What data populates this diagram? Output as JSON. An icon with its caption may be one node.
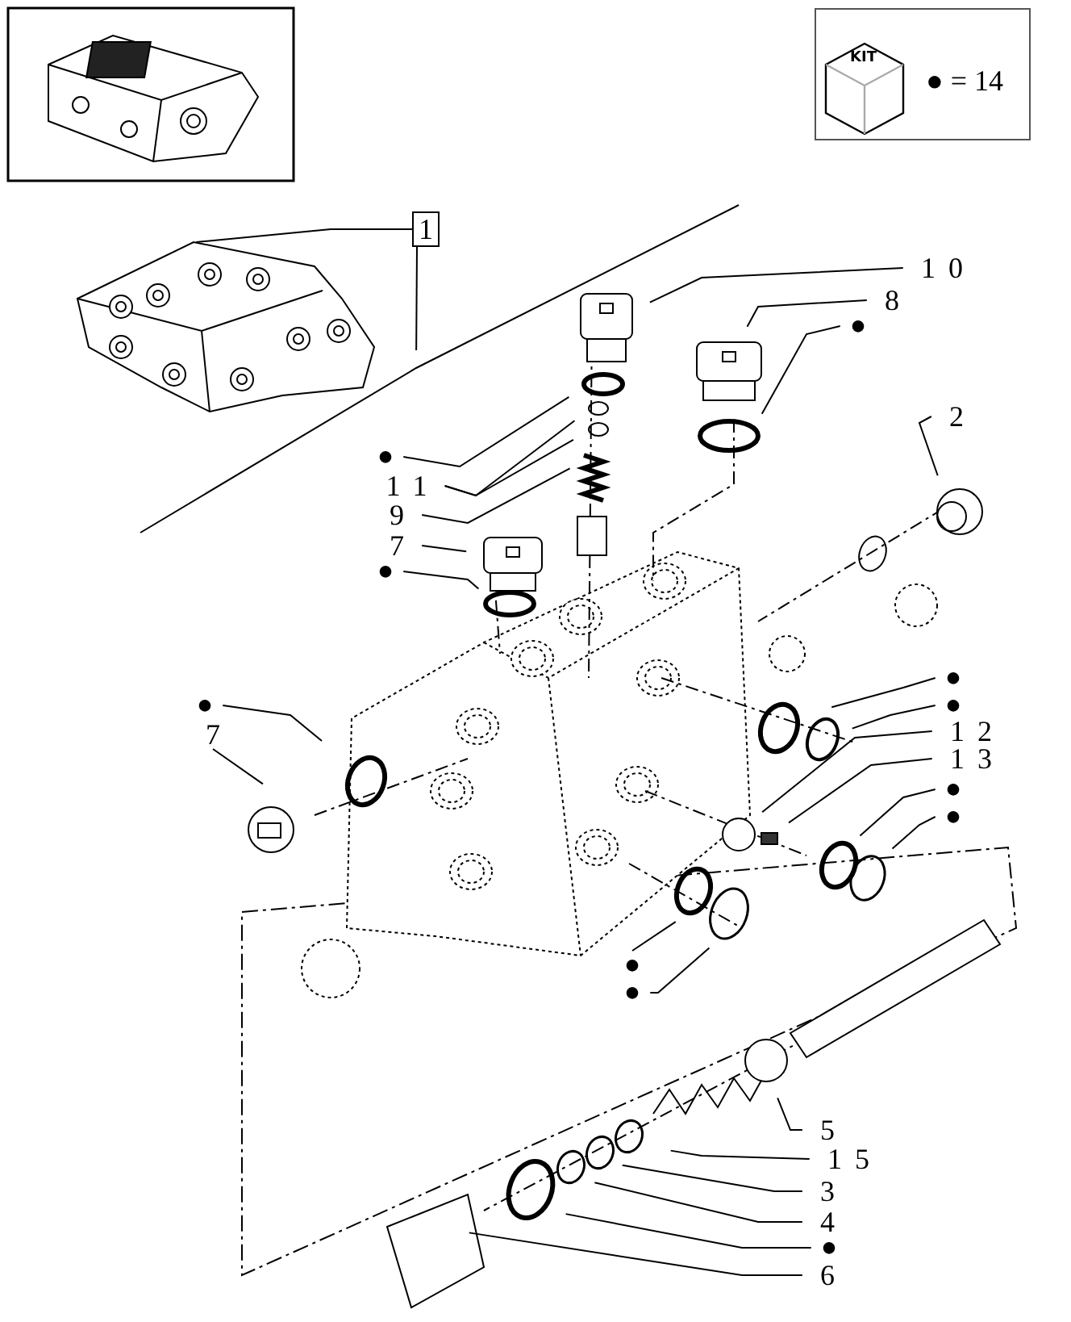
{
  "diagram": {
    "nodes": [
      {
        "text": [
          "1"
        ]
      },
      {
        "text": [
          "10"
        ]
      },
      {
        "text": [
          "8"
        ]
      },
      {
        "text": [
          "●"
        ]
      },
      {
        "text": [
          "2"
        ]
      },
      {
        "text": [
          "●"
        ]
      },
      {
        "text": [
          "11"
        ]
      },
      {
        "text": [
          "9"
        ]
      },
      {
        "text": [
          "7"
        ]
      },
      {
        "text": [
          "●"
        ]
      },
      {
        "text": [
          "●"
        ]
      },
      {
        "text": [
          "7"
        ]
      },
      {
        "text": [
          "●"
        ]
      },
      {
        "text": [
          "●"
        ]
      },
      {
        "text": [
          "12"
        ]
      },
      {
        "text": [
          "13"
        ]
      },
      {
        "text": [
          "●"
        ]
      },
      {
        "text": [
          "●"
        ]
      },
      {
        "text": [
          "●"
        ]
      },
      {
        "text": [
          "●"
        ]
      },
      {
        "text": [
          "5"
        ]
      },
      {
        "text": [
          "15"
        ]
      },
      {
        "text": [
          "3"
        ]
      },
      {
        "text": [
          "4"
        ]
      },
      {
        "text": [
          "●"
        ]
      },
      {
        "text": [
          "6"
        ]
      },
      {
        "text": [],
        "shape": "picture"
      }
    ],
    "edges": [
      {
        "from": 0,
        "to": 26,
        "arrow": "none"
      },
      {
        "from": 0,
        "to": null,
        "arrow": "none"
      },
      {
        "from": 1,
        "to": null,
        "arrow": "none"
      },
      {
        "from": 2,
        "to": null,
        "arrow": "none"
      },
      {
        "from": 3,
        "to": null,
        "arrow": "none"
      },
      {
        "from": 4,
        "to": null,
        "arrow": "none"
      },
      {
        "from": 5,
        "to": null,
        "arrow": "none"
      },
      {
        "from": 6,
        "to": null,
        "arrow": "none"
      },
      {
        "from": 6,
        "to": null,
        "arrow": "none"
      },
      {
        "from": 7,
        "to": null,
        "arrow": "none"
      },
      {
        "from": 8,
        "to": null,
        "arrow": "none"
      },
      {
        "from": 9,
        "to": null,
        "arrow": "none"
      },
      {
        "from": 10,
        "to": null,
        "arrow": "none"
      },
      {
        "from": 11,
        "to": null,
        "arrow": "none"
      },
      {
        "from": 12,
        "to": null,
        "arrow": "none"
      },
      {
        "from": 13,
        "to": null,
        "arrow": "none"
      },
      {
        "from": 14,
        "to": null,
        "arrow": "none"
      },
      {
        "from": 15,
        "to": null,
        "arrow": "none"
      },
      {
        "from": 16,
        "to": null,
        "arrow": "none"
      },
      {
        "from": 17,
        "to": null,
        "arrow": "none"
      },
      {
        "from": 18,
        "to": null,
        "arrow": "none"
      },
      {
        "from": 19,
        "to": null,
        "arrow": "none"
      },
      {
        "from": 20,
        "to": null,
        "arrow": "none"
      },
      {
        "from": 21,
        "to": null,
        "arrow": "none"
      },
      {
        "from": 22,
        "to": null,
        "arrow": "none"
      },
      {
        "from": 23,
        "to": null,
        "arrow": "none"
      },
      {
        "from": 24,
        "to": null,
        "arrow": "none"
      },
      {
        "from": 25,
        "to": null,
        "arrow": "none"
      }
    ],
    "labels": [
      "KIT",
      "● = 14"
    ]
  }
}
